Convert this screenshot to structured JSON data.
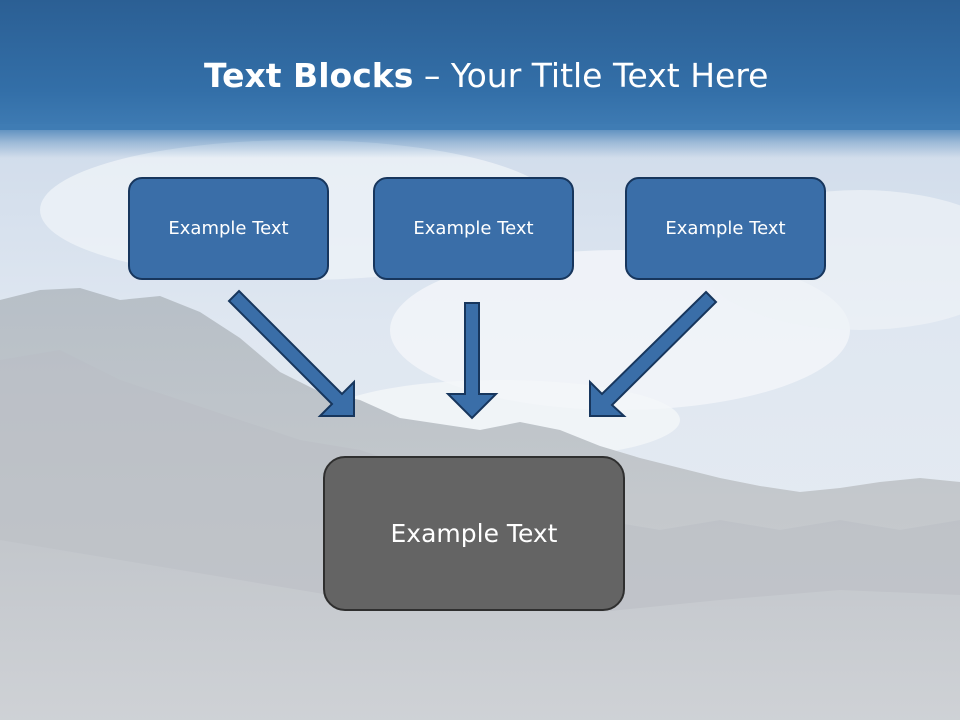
{
  "slide": {
    "title_bold": "Text Blocks",
    "title_dash": " – ",
    "title_rest": "Your Title Text Here"
  },
  "blocks": {
    "left": "Example Text",
    "center": "Example Text",
    "right": "Example Text",
    "main": "Example Text"
  },
  "colors": {
    "title_band": "#336fa8",
    "block_fill": "#3a6ea8",
    "block_border": "#17365d",
    "main_fill": "#646464",
    "arrow_fill": "#3a6ea8"
  }
}
